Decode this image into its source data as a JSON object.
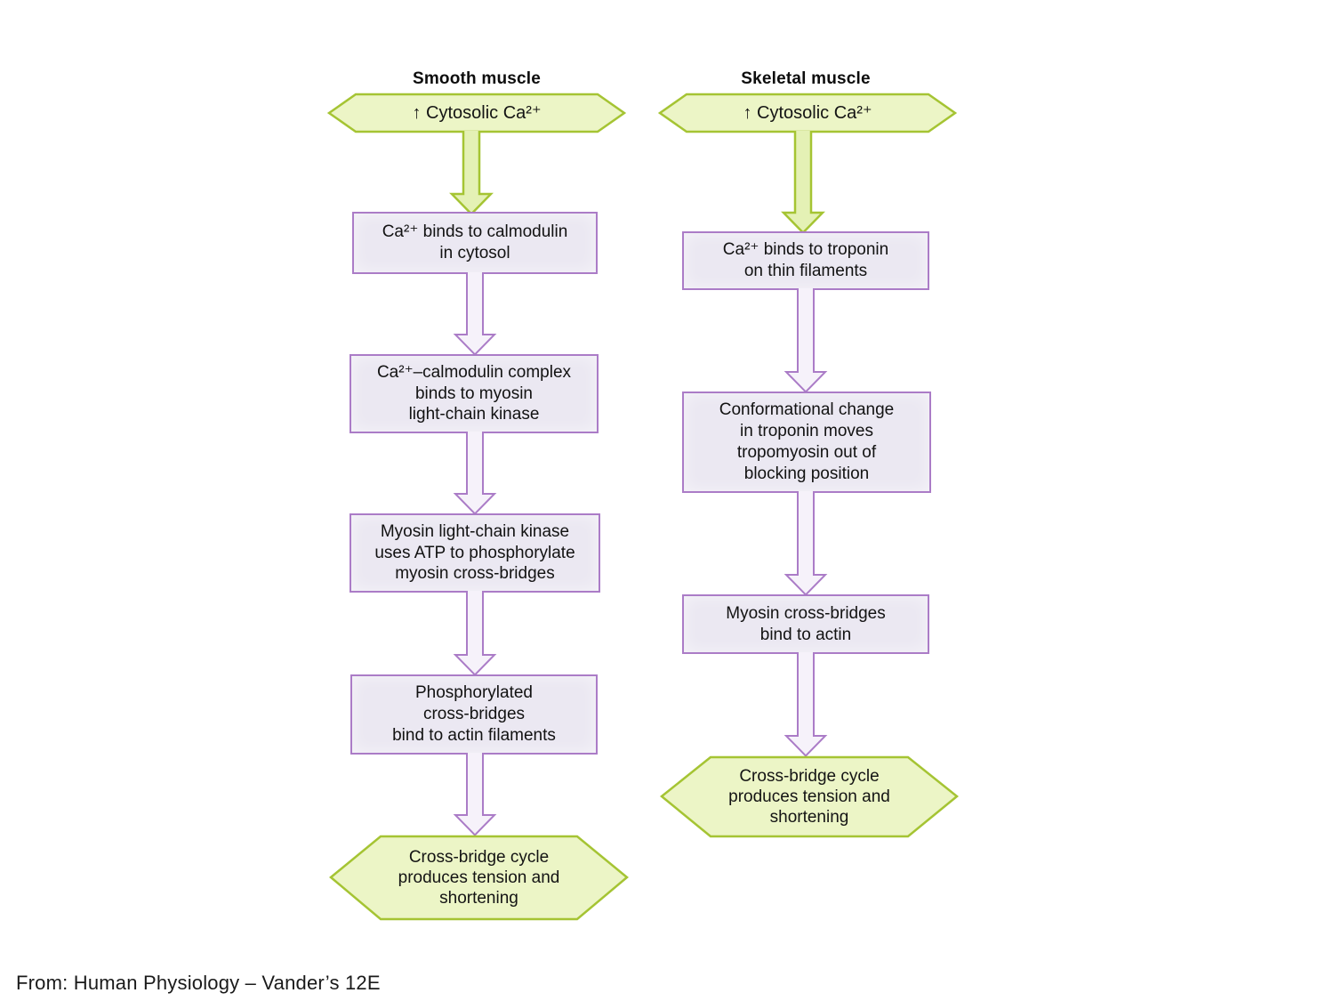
{
  "caption": "From: Human Physiology – Vander’s 12E",
  "colors": {
    "green_fill": "#ecf5c6",
    "green_border": "#a5c433",
    "green_arrow_fill": "#e4f1b5",
    "purple_box_fill": "#ebe8f2",
    "purple_border": "#ab7cc7",
    "purple_arrow_fill": "#f6f2fa",
    "text": "#121212"
  },
  "columns": [
    {
      "id": "smooth",
      "title": "Smooth muscle",
      "start": "↑ Cytosolic Ca²⁺",
      "steps": [
        "Ca²⁺ binds to calmodulin\nin cytosol",
        "Ca²⁺–calmodulin complex\nbinds to myosin\nlight-chain kinase",
        "Myosin light-chain kinase\nuses ATP to phosphorylate\nmyosin cross-bridges",
        "Phosphorylated\ncross-bridges\nbind to actin filaments"
      ],
      "end": "Cross-bridge cycle\nproduces tension and\nshortening"
    },
    {
      "id": "skeletal",
      "title": "Skeletal muscle",
      "start": "↑ Cytosolic Ca²⁺",
      "steps": [
        "Ca²⁺ binds to troponin\non thin filaments",
        "Conformational change\nin troponin moves\ntropomyosin out of\nblocking position",
        "Myosin cross-bridges\nbind to actin"
      ],
      "end": "Cross-bridge cycle\nproduces tension and\nshortening"
    }
  ]
}
